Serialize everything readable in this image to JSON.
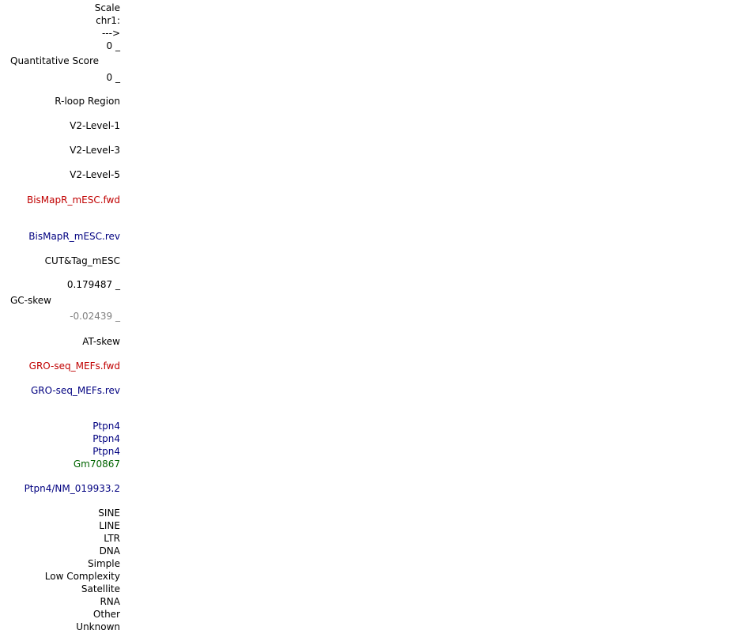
{
  "colors": {
    "black": "#000000",
    "red": "#c00000",
    "blue": "#000080",
    "green": "#006400",
    "gray": "#808080"
  },
  "labels": {
    "scale": "Scale",
    "chr": "chr1:",
    "arrow": "--->",
    "quant_max": "0 _",
    "quant_name": "Quantitative Score",
    "quant_min": "0 _",
    "rloop": "R-loop Region",
    "v2_level_1": "V2-Level-1",
    "v2_level_3": "V2-Level-3",
    "v2_level_5": "V2-Level-5",
    "bismapr_fwd": "BisMapR_mESC.fwd",
    "bismapr_rev": "BisMapR_mESC.rev",
    "cuttag": "CUT&Tag_mESC",
    "gc_max": "0.179487 _",
    "gc_name": "GC-skew",
    "gc_min": "-0.02439 _",
    "at_skew": "AT-skew",
    "gro_fwd": "GRO-seq_MEFs.fwd",
    "gro_rev": "GRO-seq_MEFs.rev",
    "gene_1": "Ptpn4",
    "gene_2": "Ptpn4",
    "gene_3": "Ptpn4",
    "gene_4": "Gm70867",
    "refseq": "Ptpn4/NM_019933.2",
    "rmsk": [
      "SINE",
      "LINE",
      "LTR",
      "DNA",
      "Simple",
      "Low Complexity",
      "Satellite",
      "RNA",
      "Other",
      "Unknown"
    ]
  }
}
